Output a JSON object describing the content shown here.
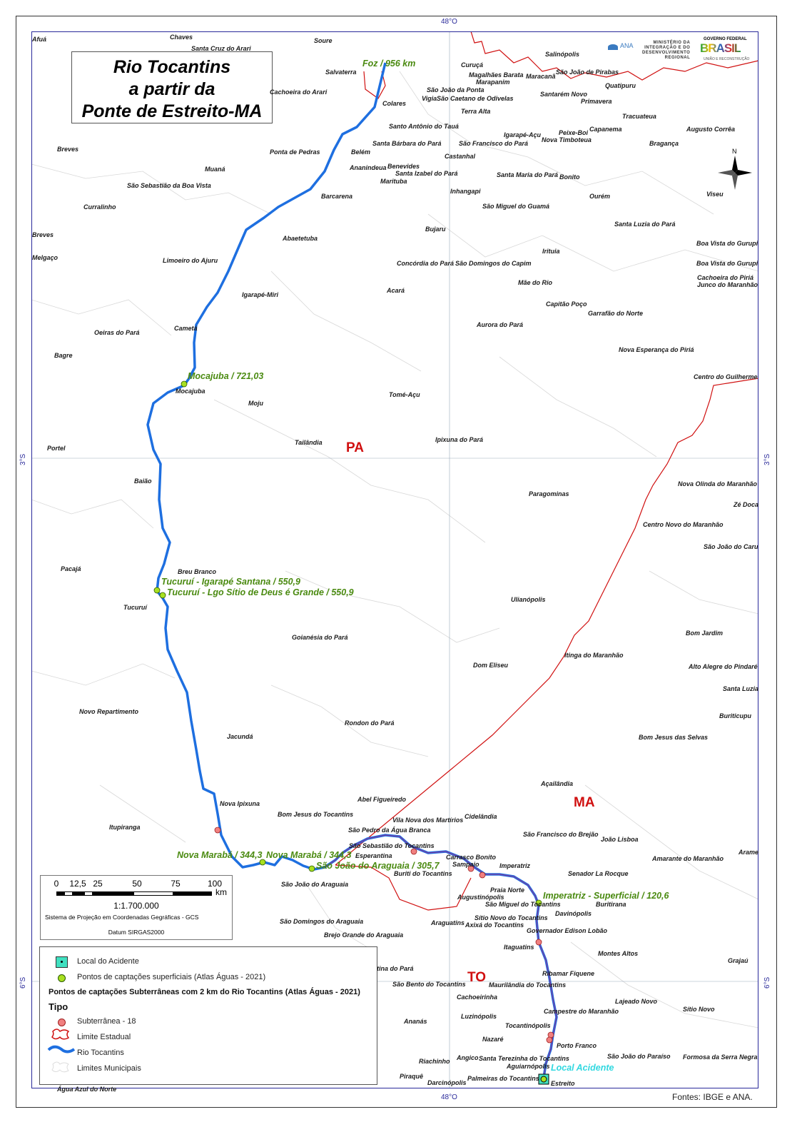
{
  "title": [
    "Rio Tocantins",
    "a partir da",
    "Ponte de Estreito-MA"
  ],
  "coords": {
    "lon": "48°O",
    "lat1": "3°S",
    "lat2": "6°S"
  },
  "states": [
    "PA",
    "MA",
    "TO"
  ],
  "logos": {
    "ana": "ANA",
    "ministerio": [
      "MINISTÉRIO DA",
      "INTEGRAÇÃO E DO",
      "DESENVOLVIMENTO",
      "REGIONAL"
    ],
    "gov": "GOVERNO FEDERAL",
    "brasil": "BRASIL",
    "gov_sub": "UNIÃO E RECONSTRUÇÃO"
  },
  "compass": "N",
  "points": [
    "Foz / 956 km",
    "Mocajuba / 721,03",
    "Tucuruí  - Igarapé Santana / 550,9",
    "Tucuruí -  Lgo Sítio de Deus é Grande / 550,9",
    "Nova Marabá / 344,3",
    "Nova Marabá / 344,3",
    "São João do Araguaia / 305,7",
    "Imperatriz - Superficial / 120,6",
    "Local Acidente"
  ],
  "cities": [
    "Afuá",
    "Chaves",
    "Santa Cruz do Arari",
    "Soure",
    "Salvaterra",
    "Cachoeira do Arari",
    "Colares",
    "Curuçá",
    "Magalhães Barata",
    "Maracanã",
    "Marapanim",
    "Salinópolis",
    "São João de Pirabas",
    "Quatipuru",
    "São João da Ponta",
    "Vigia",
    "São Caetano de Odivelas",
    "Santarém Novo",
    "Primavera",
    "Terra Alta",
    "Tracuateua",
    "Santo Antônio do Tauá",
    "Igarapé-Açu",
    "Peixe-Boi",
    "Capanema",
    "Augusto Corrêa",
    "Nova Timboteua",
    "Santa Bárbara do Pará",
    "São Francisco do Pará",
    "Bragança",
    "Breves",
    "Ponta de Pedras",
    "Belém",
    "Castanhal",
    "Ananindeua",
    "Benevides",
    "Muaná",
    "Santa Izabel do Pará",
    "Santa Maria do Pará",
    "Bonito",
    "Marituba",
    "São Sebastião da Boa Vista",
    "Inhangapi",
    "Ourém",
    "Viseu",
    "Barcarena",
    "Curralinho",
    "São Miguel do Guamá",
    "Santa Luzia do Pará",
    "Bujaru",
    "Breves",
    "Abaetetuba",
    "Boa Vista do Gurupi",
    "Irituia",
    "Melgaço",
    "Limoeiro do Ajuru",
    "Concórdia do Pará",
    "São Domingos do Capim",
    "Boa Vista do Gurupi",
    "Cachoeira do Piriá",
    "Junco do Maranhão",
    "Mãe do Rio",
    "Acará",
    "Igarapé-Miri",
    "Capitão Poço",
    "Garrafão do Norte",
    "Aurora do Pará",
    "Cametá",
    "Oeiras do Pará",
    "Nova Esperança do Piriá",
    "Bagre",
    "Centro do Guilherme",
    "Mocajuba",
    "Tomé-Açu",
    "Moju",
    "Ipixuna do Pará",
    "Tailândia",
    "Portel",
    "Baião",
    "Nova Olinda do Maranhão",
    "Paragominas",
    "Zé Doca",
    "Centro Novo do Maranhão",
    "São João do Caru",
    "Pacajá",
    "Breu Branco",
    "Ulianópolis",
    "Tucuruí",
    "Bom Jardim",
    "Goianésia do Pará",
    "Itinga do Maranhão",
    "Dom Eliseu",
    "Alto Alegre do Pindaré",
    "Santa Luzia",
    "Novo Repartimento",
    "Buriticupu",
    "Rondon do Pará",
    "Jacundá",
    "Bom Jesus das Selvas",
    "Açailândia",
    "Nova Ipixuna",
    "Abel Figueiredo",
    "Bom Jesus do Tocantins",
    "Cidelândia",
    "Vila Nova dos Martírios",
    "Itupiranga",
    "São Pedro da Água Branca",
    "São Francisco do Brejão",
    "João Lisboa",
    "São Sebastião do Tocantins",
    "Arame",
    "Esperantina",
    "Carrasco Bonito",
    "Amarante do Maranhão",
    "Sampaio",
    "Imperatriz",
    "Buriti do Tocantins",
    "Senador La Rocque",
    "São João do Araguaia",
    "Praia Norte",
    "Augustinópolis",
    "Buritirana",
    "São Miguel do Tocantins",
    "Davinópolis",
    "Sítio Novo do Tocantins",
    "São Domingos do Araguaia",
    "Araguatins",
    "Axixá do Tocantins",
    "Governador Edison Lobão",
    "Brejo Grande do Araguaia",
    "Itaguatins",
    "Montes Altos",
    "Grajaú",
    "tina do Pará",
    "Ribamar Fiquene",
    "São Bento do Tocantins",
    "Maurilândia do Tocantins",
    "Cachoeirinha",
    "Lajeado Novo",
    "Sítio Novo",
    "Campestre do Maranhão",
    "Luzinópolis",
    "Ananás",
    "Tocantinópolis",
    "Nazaré",
    "Porto Franco",
    "São João do Paraíso",
    "Formosa da Serra Negra",
    "Angico",
    "Santa Terezinha do Tocantins",
    "Riachinho",
    "Aguiarnópolis",
    "Piraquê",
    "Palmeiras do Tocantins",
    "Darcinópolis",
    "Estreito",
    "Água Azul do Norte"
  ],
  "scale": {
    "ticks": [
      "0",
      "12,5",
      "25",
      "50",
      "75",
      "100"
    ],
    "unit": "km",
    "ratio": "1:1.700.000",
    "projection": "Sistema de Projeção em Coordenadas Gegráficas - GCS",
    "datum": "Datum SIRGAS2000"
  },
  "legend": {
    "accident": "Local do Acidente",
    "surface": "Pontos de captações superficiais (Atlas Águas - 2021)",
    "ground_title": "Pontos de captações Subterrâneas com 2 km do Rio Tocantins (Atlas Águas - 2021)",
    "tipo": "Tipo",
    "ground": "Subterrânea - 18",
    "state_limit": "Limite Estadual",
    "river": "Rio Tocantins",
    "municipal": "Limites Municipais"
  },
  "sources": "Fontes: IBGE e ANA.",
  "colors": {
    "river": "#1e6fe0",
    "state": "#d01010",
    "surface_point": "#a8e020",
    "ground_point": "#f08080",
    "accident": "#40e0c0",
    "label_green": "#4a8a10",
    "frame": "#2a2a9a"
  }
}
